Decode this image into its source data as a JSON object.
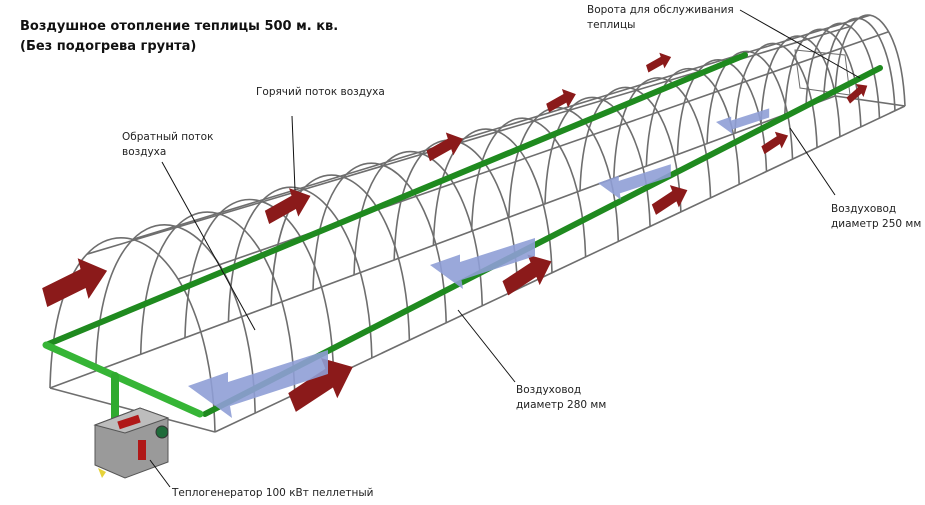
{
  "title": {
    "line1": "Воздушное отопление теплицы 500 м. кв.",
    "line2": "(Без подогрева грунта)"
  },
  "labels": {
    "hot_flow": "Горячий поток воздуха",
    "return_flow_1": "Обратный поток",
    "return_flow_2": "воздуха",
    "gate_1": "Ворота для обслуживания",
    "gate_2": "теплицы",
    "duct250_1": "Воздуховод",
    "duct250_2": "диаметр 250 мм",
    "duct280_1": "Воздуховод",
    "duct280_2": "диаметр 280 мм",
    "heater": "Теплогенератор 100 кВт пеллетный"
  },
  "colors": {
    "frame": "#6e6e6e",
    "duct": "#2a9a2a",
    "hot_arrow": "#8b1a1a",
    "return_arrow": "#8f9fd6"
  }
}
